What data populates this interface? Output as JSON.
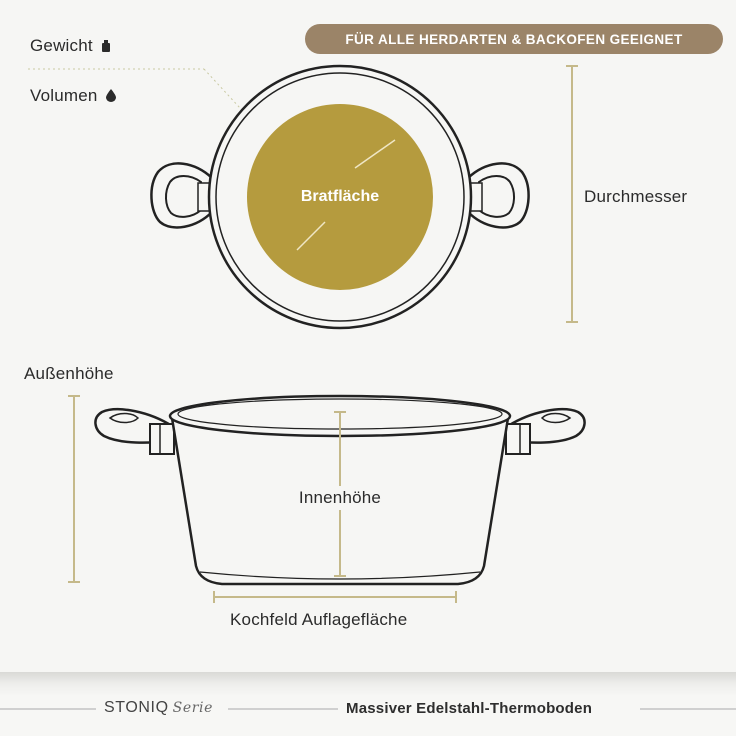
{
  "badge": {
    "text": "FÜR ALLE HERDARTEN & BACKOFEN GEEIGNET"
  },
  "labels": {
    "gewicht": "Gewicht",
    "volumen": "Volumen",
    "durchmesser": "Durchmesser",
    "bratflaeche": "Bratfläche",
    "aussenhoehe": "Außenhöhe",
    "innenhoehe": "Innenhöhe",
    "kochfeld": "Kochfeld Auflagefläche"
  },
  "icons": {
    "weight": "weight-icon",
    "drop": "drop-icon"
  },
  "footer": {
    "brand": "STONIQ",
    "serie": "Serie",
    "feature": "Massiver Edelstahl-Thermoboden"
  },
  "colors": {
    "gold": "#b59b3e",
    "badge": "#9b8468",
    "line": "#222222",
    "dimension": "#c5b98a"
  }
}
